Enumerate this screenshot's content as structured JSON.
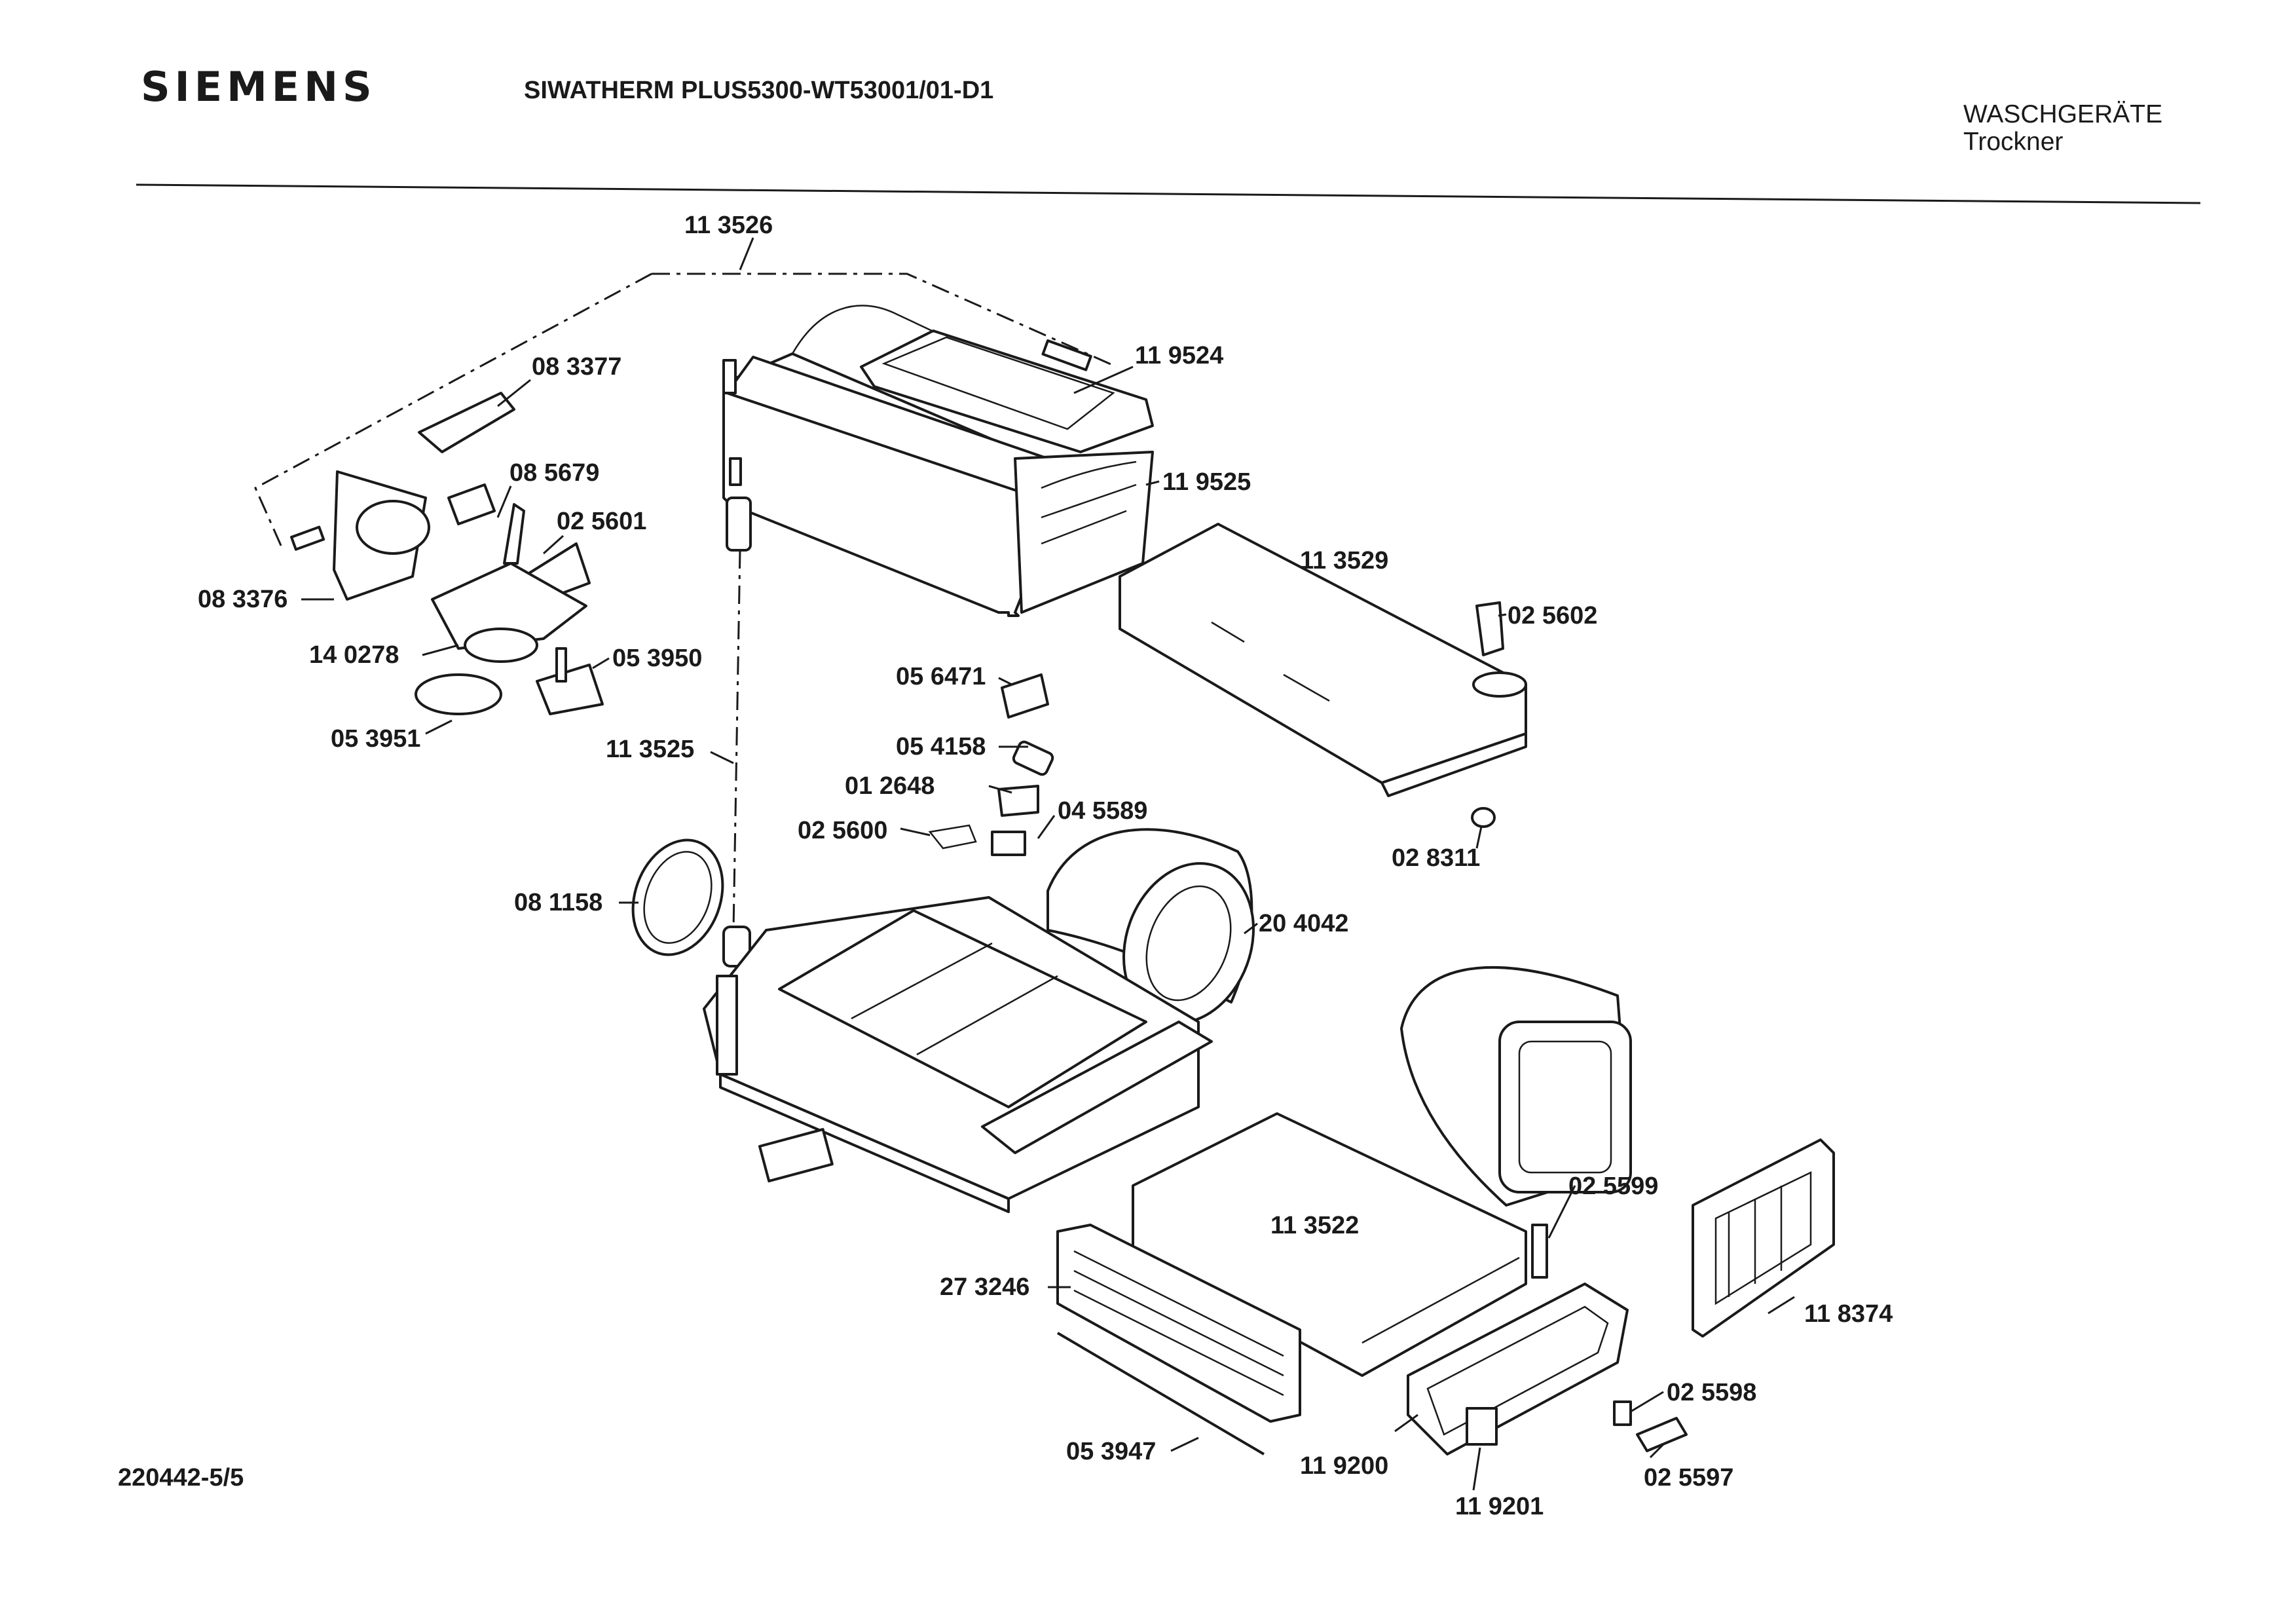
{
  "header": {
    "brand": "SIEMENS",
    "model": "SIWATHERM PLUS5300-WT53001/01-D1",
    "category": "WASCHGERÄTE",
    "subcategory": "Trockner"
  },
  "footer": {
    "document_number": "220442-5/5"
  },
  "parts": [
    {
      "id": "113526",
      "label": "11 3526"
    },
    {
      "id": "119524",
      "label": "11 9524"
    },
    {
      "id": "083377",
      "label": "08 3377"
    },
    {
      "id": "085679",
      "label": "08 5679"
    },
    {
      "id": "119525",
      "label": "11 9525"
    },
    {
      "id": "025601",
      "label": "02 5601"
    },
    {
      "id": "113529",
      "label": "11 3529"
    },
    {
      "id": "083376",
      "label": "08 3376"
    },
    {
      "id": "025602",
      "label": "02 5602"
    },
    {
      "id": "140278",
      "label": "14 0278"
    },
    {
      "id": "053950",
      "label": "05 3950"
    },
    {
      "id": "056471",
      "label": "05 6471"
    },
    {
      "id": "053951",
      "label": "05 3951"
    },
    {
      "id": "054158",
      "label": "05 4158"
    },
    {
      "id": "113525",
      "label": "11 3525"
    },
    {
      "id": "012648",
      "label": "01 2648"
    },
    {
      "id": "045589",
      "label": "04 5589"
    },
    {
      "id": "025600",
      "label": "02 5600"
    },
    {
      "id": "028311",
      "label": "02 8311"
    },
    {
      "id": "081158",
      "label": "08 1158"
    },
    {
      "id": "204042",
      "label": "20 4042"
    },
    {
      "id": "025599",
      "label": "02 5599"
    },
    {
      "id": "113522",
      "label": "11 3522"
    },
    {
      "id": "273246",
      "label": "27 3246"
    },
    {
      "id": "118374",
      "label": "11 8374"
    },
    {
      "id": "025598",
      "label": "02 5598"
    },
    {
      "id": "053947",
      "label": "05 3947"
    },
    {
      "id": "119200",
      "label": "11 9200"
    },
    {
      "id": "025597",
      "label": "02 5597"
    },
    {
      "id": "119201",
      "label": "11 9201"
    }
  ]
}
